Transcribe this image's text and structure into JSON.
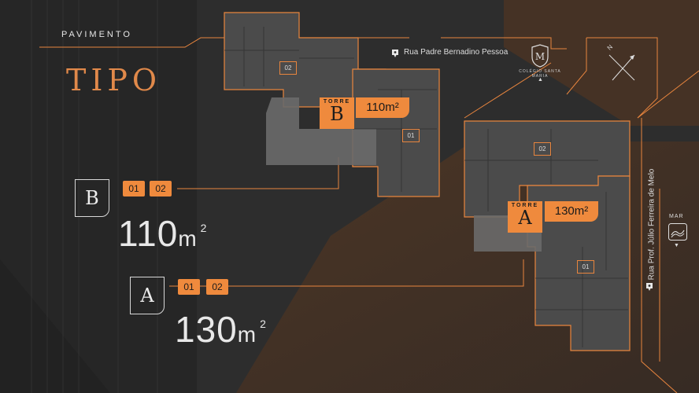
{
  "header": {
    "subtitle": "PAVIMENTO",
    "title": "TIPO"
  },
  "colors": {
    "accent": "#ef8a3d",
    "background": "#2c2c2c",
    "plan_fill": "#4a4a4a",
    "text": "#e8e8e8"
  },
  "legend": {
    "tower_b": {
      "letter": "B",
      "units": [
        "01",
        "02"
      ],
      "area_value": "110",
      "area_unit": "m",
      "area_exp": "2"
    },
    "tower_a": {
      "letter": "A",
      "units": [
        "01",
        "02"
      ],
      "area_value": "130",
      "area_unit": "m",
      "area_exp": "2"
    }
  },
  "plan": {
    "tower_b": {
      "label": "TORRE",
      "letter": "B",
      "area": "110m²",
      "units": [
        "02",
        "01"
      ]
    },
    "tower_a": {
      "label": "TORRE",
      "letter": "A",
      "area": "130m²",
      "units": [
        "02",
        "01"
      ]
    }
  },
  "streets": {
    "north": "Rua Padre Bernadino Pessoa",
    "east": "Rua Prof. Júlio Ferreira de Melo"
  },
  "landmarks": {
    "school": "COLÉGIO SANTA MARIA",
    "compass": "N",
    "sea": "MAR"
  },
  "icons": [
    "pin-icon",
    "compass-icon",
    "wave-icon",
    "school-crest-icon"
  ]
}
